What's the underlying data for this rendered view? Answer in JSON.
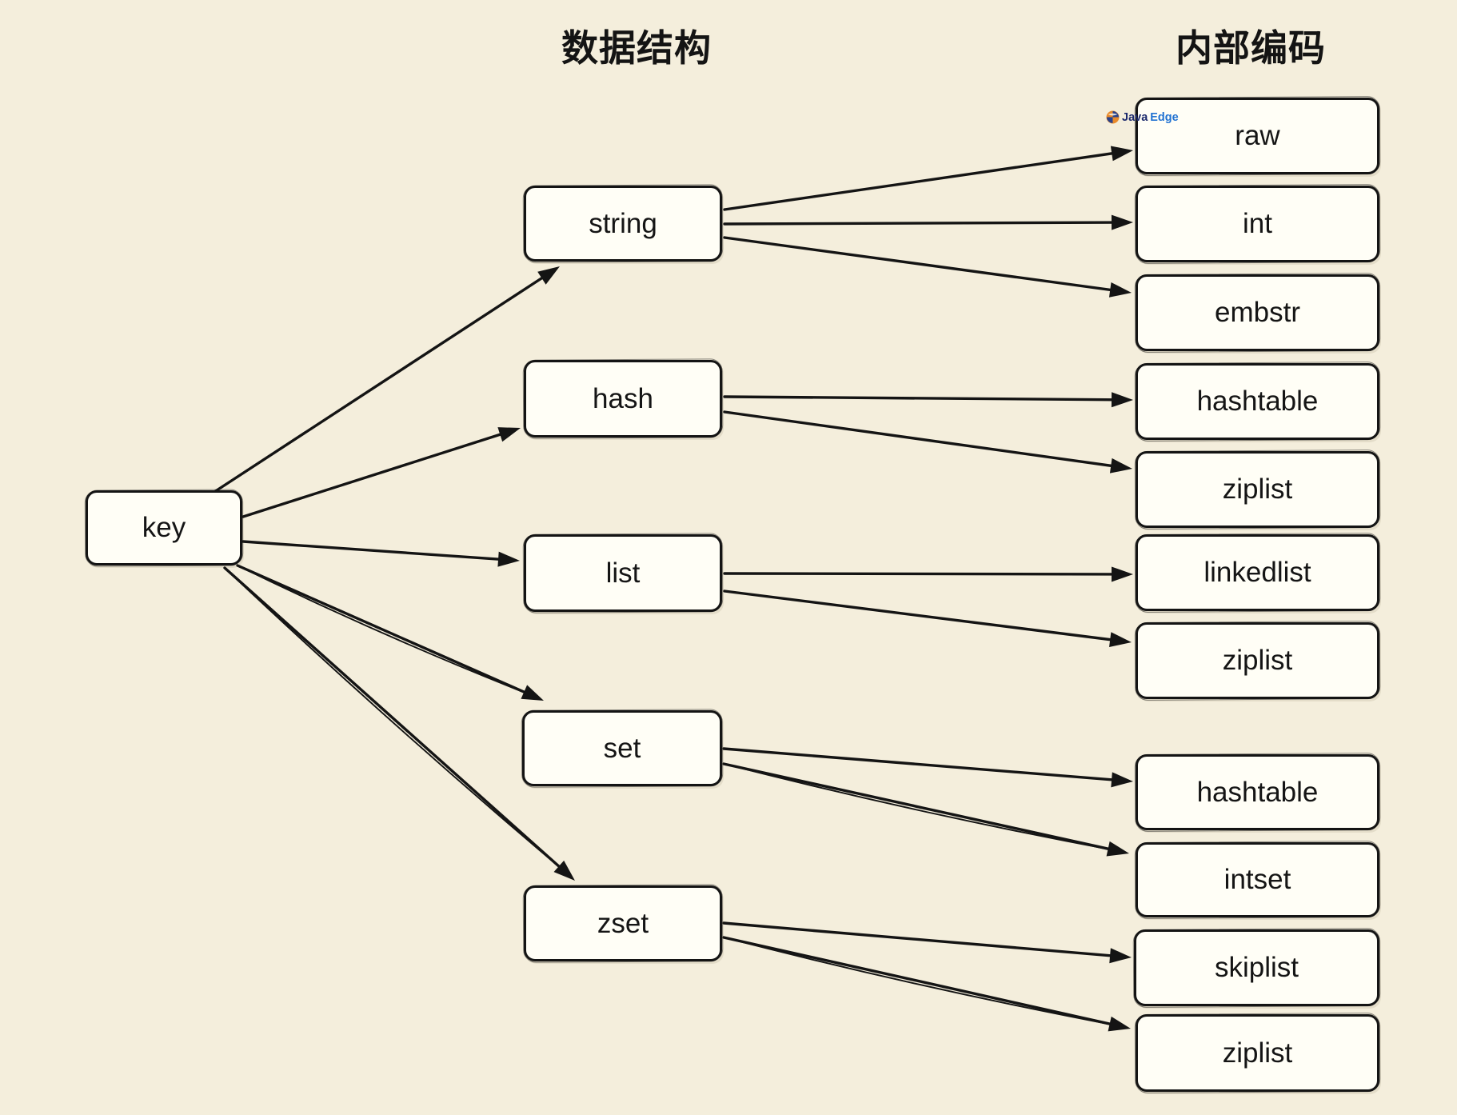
{
  "titles": {
    "data_structure": "数据结构",
    "internal_encoding": "内部编码"
  },
  "watermark": {
    "brand_first": "Java",
    "brand_second": "Edge",
    "icon": "javaedge-swirl-logo"
  },
  "colors": {
    "background": "#f4eedc",
    "node_fill": "#fffef6",
    "node_border": "#141414",
    "arrow": "#141414",
    "title_text": "#141414",
    "watermark_first": "#1c2a6d",
    "watermark_second": "#2273d2"
  },
  "nodes": {
    "key": {
      "label": "key",
      "column": "left"
    },
    "string": {
      "label": "string",
      "column": "middle"
    },
    "hash": {
      "label": "hash",
      "column": "middle"
    },
    "list": {
      "label": "list",
      "column": "middle"
    },
    "set": {
      "label": "set",
      "column": "middle"
    },
    "zset": {
      "label": "zset",
      "column": "middle"
    },
    "raw": {
      "label": "raw",
      "column": "right"
    },
    "int": {
      "label": "int",
      "column": "right"
    },
    "embstr": {
      "label": "embstr",
      "column": "right"
    },
    "hashtable_hash": {
      "label": "hashtable",
      "column": "right"
    },
    "ziplist_hash": {
      "label": "ziplist",
      "column": "right"
    },
    "linkedlist": {
      "label": "linkedlist",
      "column": "right"
    },
    "ziplist_list": {
      "label": "ziplist",
      "column": "right"
    },
    "hashtable_set": {
      "label": "hashtable",
      "column": "right"
    },
    "intset": {
      "label": "intset",
      "column": "right"
    },
    "skiplist": {
      "label": "skiplist",
      "column": "right"
    },
    "ziplist_zset": {
      "label": "ziplist",
      "column": "right"
    }
  },
  "edges": [
    {
      "from": "key",
      "to": "string"
    },
    {
      "from": "key",
      "to": "hash"
    },
    {
      "from": "key",
      "to": "list"
    },
    {
      "from": "key",
      "to": "set"
    },
    {
      "from": "key",
      "to": "zset"
    },
    {
      "from": "string",
      "to": "raw"
    },
    {
      "from": "string",
      "to": "int"
    },
    {
      "from": "string",
      "to": "embstr"
    },
    {
      "from": "hash",
      "to": "hashtable_hash"
    },
    {
      "from": "hash",
      "to": "ziplist_hash"
    },
    {
      "from": "list",
      "to": "linkedlist"
    },
    {
      "from": "list",
      "to": "ziplist_list"
    },
    {
      "from": "set",
      "to": "hashtable_set"
    },
    {
      "from": "set",
      "to": "intset"
    },
    {
      "from": "zset",
      "to": "skiplist"
    },
    {
      "from": "zset",
      "to": "ziplist_zset"
    }
  ]
}
